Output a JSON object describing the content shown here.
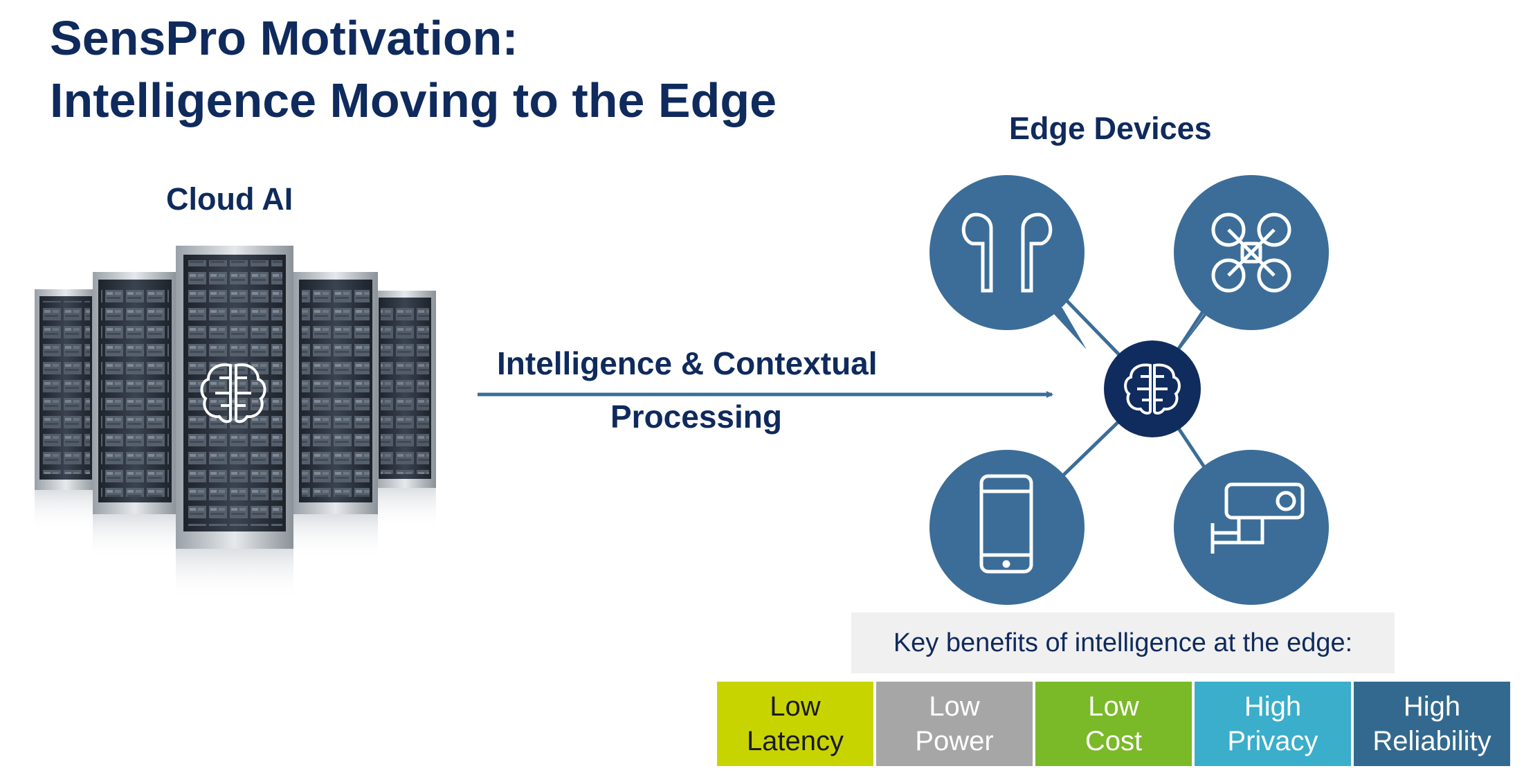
{
  "title": {
    "line1": "SensPro Motivation:",
    "line2": "Intelligence Moving to the Edge"
  },
  "cloud": {
    "label": "Cloud AI"
  },
  "flow": {
    "line1": "Intelligence & Contextual",
    "line2": "Processing"
  },
  "edge": {
    "label": "Edge Devices",
    "devices": [
      "earbuds-icon",
      "drone-icon",
      "smartphone-icon",
      "security-camera-icon"
    ],
    "hub_icon": "brain-circuit-icon"
  },
  "benefits": {
    "heading": "Key benefits of intelligence at the edge:",
    "items": [
      {
        "line1": "Low",
        "line2": "Latency",
        "color": "#c8d400",
        "text_color": "#1a1a1a"
      },
      {
        "line1": "Low",
        "line2": "Power",
        "color": "#a6a6a6",
        "text_color": "#ffffff"
      },
      {
        "line1": "Low",
        "line2": "Cost",
        "color": "#7ab928",
        "text_color": "#ffffff"
      },
      {
        "line1": "High",
        "line2": "Privacy",
        "color": "#3aaecb",
        "text_color": "#ffffff"
      },
      {
        "line1": "High",
        "line2": "Reliability",
        "color": "#33698e",
        "text_color": "#ffffff"
      }
    ]
  },
  "colors": {
    "title": "#0f2a5c",
    "device_circle": "#3b6d98",
    "hub_circle": "#102c5e",
    "arrow": "#3b6d98"
  }
}
